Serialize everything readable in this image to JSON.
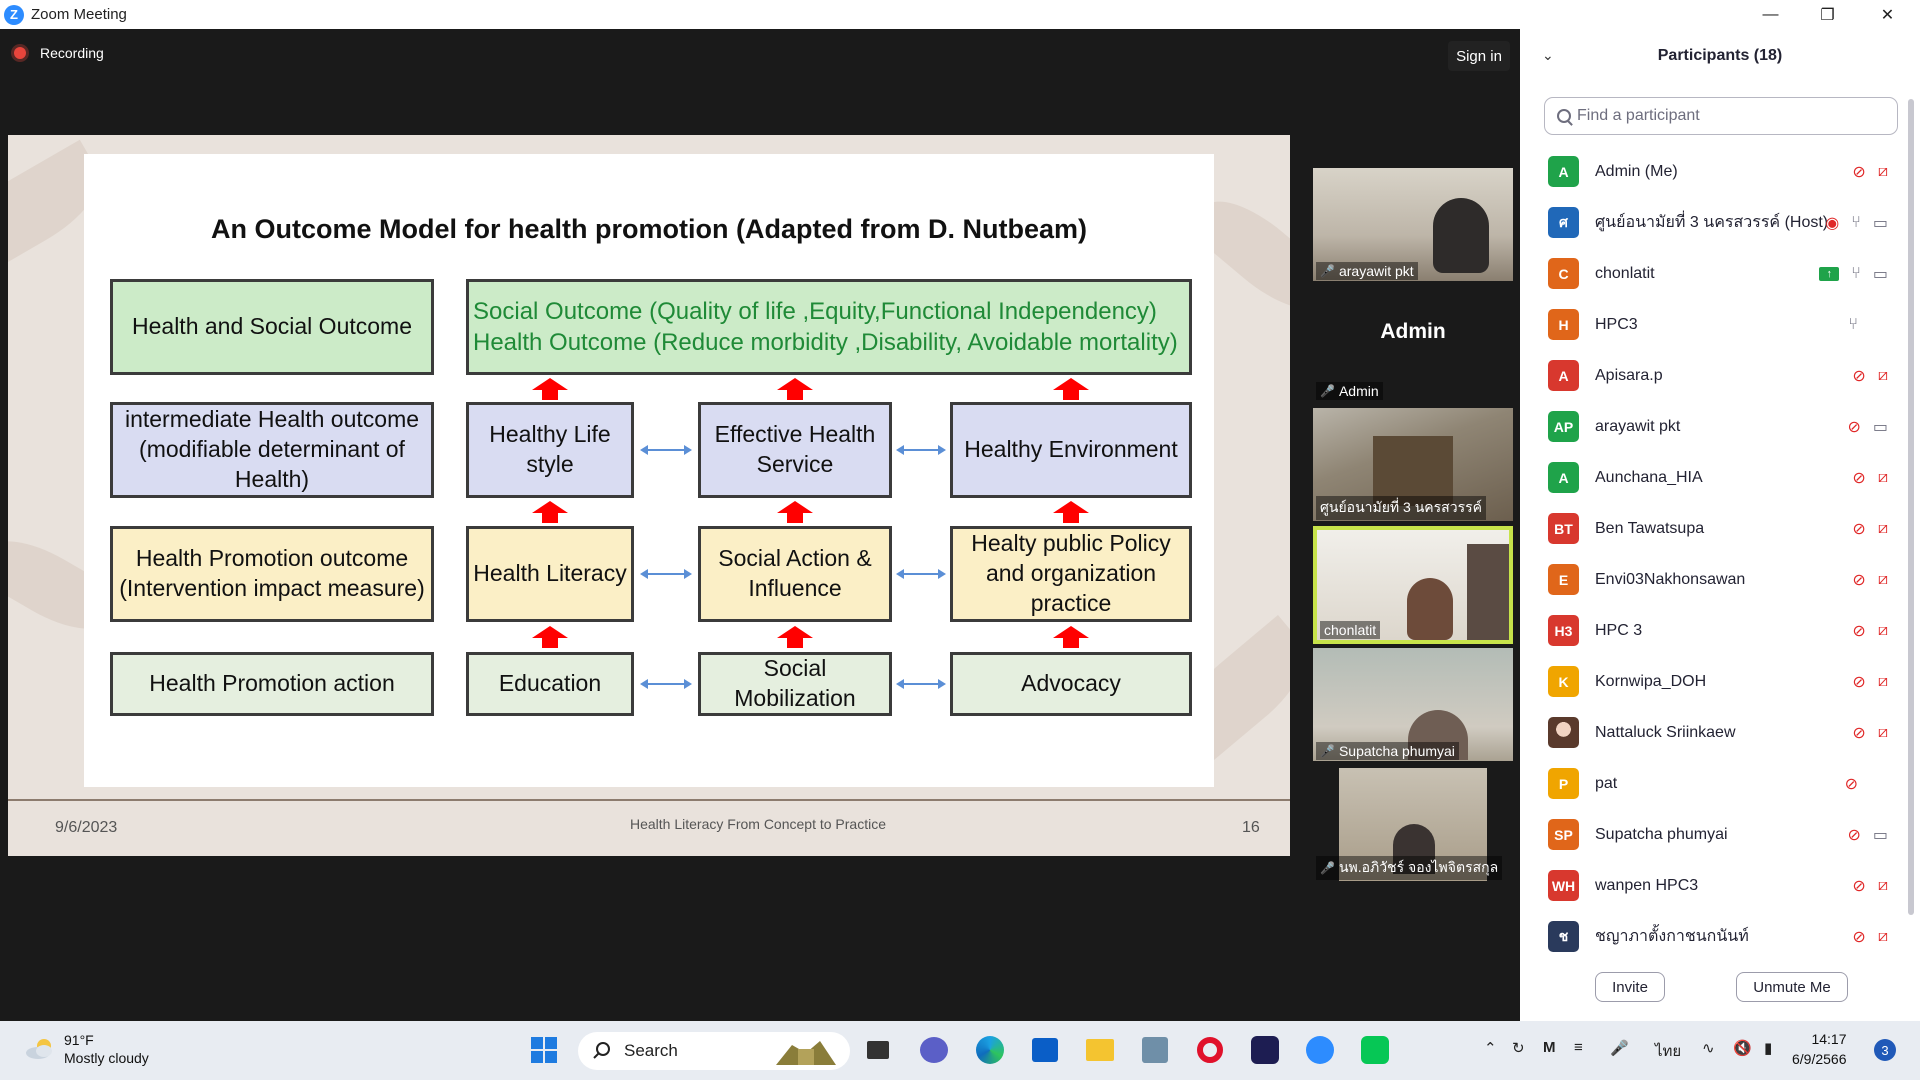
{
  "window": {
    "title": "Zoom Meeting",
    "logo_letter": "Z"
  },
  "meeting": {
    "recording_label": "Recording",
    "sign_in_label": "Sign in"
  },
  "slide": {
    "title": "An Outcome Model for health promotion (Adapted from D. Nutbeam)",
    "row_labels": [
      "Health and Social Outcome",
      "intermediate Health outcome (modifiable determinant of Health)",
      "Health Promotion outcome (Intervention impact measure)",
      "Health Promotion action"
    ],
    "outcome_line1": "Social Outcome (Quality of life ,Equity,Functional Independency)",
    "outcome_line2": "Health Outcome (Reduce morbidity ,Disability, Avoidable mortality)",
    "intermediate": [
      "Healthy Life style",
      "Effective Health Service",
      "Healthy Environment"
    ],
    "promotion_outcome": [
      "Health Literacy",
      "Social Action & Influence",
      "Healty public Policy and organization practice"
    ],
    "actions": [
      "Education",
      "Social Mobilization",
      "Advocacy"
    ],
    "footer_date": "9/6/2023",
    "footer_center": "Health Literacy From Concept to Practice",
    "footer_page": "16"
  },
  "videos": [
    {
      "name": "arayawit pkt",
      "muted": true
    },
    {
      "name": "Admin",
      "muted": true,
      "display_label": "Admin"
    },
    {
      "name": "ศูนย์อนามัยที่ 3 นครสวรรค์",
      "muted": false
    },
    {
      "name": "chonlatit",
      "muted": false,
      "active_speaker": true
    },
    {
      "name": "Supatcha phumyai",
      "muted": true
    },
    {
      "name": "นพ.อภิวัชร์ จองไพจิตรสกุล",
      "muted": true
    }
  ],
  "participants_panel": {
    "title": "Participants (18)",
    "search_placeholder": "Find a participant",
    "invite_label": "Invite",
    "unmute_label": "Unmute Me",
    "participants": [
      {
        "initials": "A",
        "name": "Admin (Me)",
        "color": "#1fa34a",
        "mic": "muted",
        "cam": "off"
      },
      {
        "initials": "ศ",
        "name": "ศูนย์อนามัยที่ 3 นครสวรรค์ (Host)",
        "color": "#2068b8",
        "mic": "on",
        "cam": "on",
        "recording": true
      },
      {
        "initials": "C",
        "name": "chonlatit",
        "color": "#e0661a",
        "mic": "on",
        "cam": "on",
        "sharing": true
      },
      {
        "initials": "H",
        "name": "HPC3",
        "color": "#e0661a",
        "mic": "on",
        "cam": "none"
      },
      {
        "initials": "A",
        "name": "Apisara.p",
        "color": "#d8382e",
        "mic": "muted",
        "cam": "off"
      },
      {
        "initials": "AP",
        "name": "arayawit pkt",
        "color": "#1fa34a",
        "mic": "muted",
        "cam": "on"
      },
      {
        "initials": "A",
        "name": "Aunchana_HIA",
        "color": "#1fa34a",
        "mic": "muted",
        "cam": "off"
      },
      {
        "initials": "BT",
        "name": "Ben Tawatsupa",
        "color": "#d8382e",
        "mic": "muted",
        "cam": "off"
      },
      {
        "initials": "E",
        "name": "Envi03Nakhonsawan",
        "color": "#e0661a",
        "mic": "muted",
        "cam": "off"
      },
      {
        "initials": "H3",
        "name": "HPC 3",
        "color": "#d8382e",
        "mic": "muted",
        "cam": "off"
      },
      {
        "initials": "K",
        "name": "Kornwipa_DOH",
        "color": "#f0a500",
        "mic": "muted",
        "cam": "off"
      },
      {
        "initials": "",
        "name": "Nattaluck Sriinkaew",
        "color": "#b07a5a",
        "mic": "muted",
        "cam": "off",
        "photo": true
      },
      {
        "initials": "P",
        "name": "pat",
        "color": "#f0a500",
        "mic": "muted",
        "cam": "none"
      },
      {
        "initials": "SP",
        "name": "Supatcha phumyai",
        "color": "#e0661a",
        "mic": "muted",
        "cam": "on"
      },
      {
        "initials": "WH",
        "name": "wanpen HPC3",
        "color": "#d8382e",
        "mic": "muted",
        "cam": "off"
      },
      {
        "initials": "ช",
        "name": "ชญาภาตั้งกาชนกนันท์",
        "color": "#2a3a5c",
        "mic": "muted",
        "cam": "off"
      }
    ]
  },
  "taskbar": {
    "weather_temp": "91°F",
    "weather_desc": "Mostly cloudy",
    "search_label": "Search",
    "language": "ไทย",
    "time": "14:17",
    "date": "6/9/2566",
    "notification_count": "3"
  }
}
